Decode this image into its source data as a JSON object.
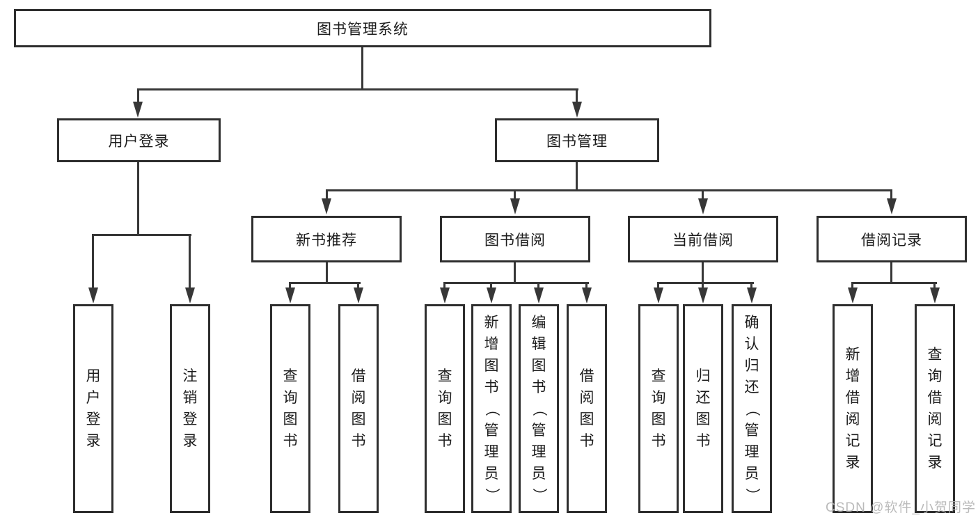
{
  "root": {
    "label": "图书管理系统"
  },
  "level2": [
    {
      "label": "用户登录"
    },
    {
      "label": "图书管理"
    }
  ],
  "level3": [
    {
      "label": "新书推荐"
    },
    {
      "label": "图书借阅"
    },
    {
      "label": "当前借阅"
    },
    {
      "label": "借阅记录"
    }
  ],
  "leaves": [
    {
      "label": "用户登录"
    },
    {
      "label": "注销登录"
    },
    {
      "label": "查询图书"
    },
    {
      "label": "借阅图书"
    },
    {
      "label": "查询图书"
    },
    {
      "label": "新增图书（管理员）"
    },
    {
      "label": "编辑图书（管理员）"
    },
    {
      "label": "借阅图书"
    },
    {
      "label": "查询图书"
    },
    {
      "label": "归还图书"
    },
    {
      "label": "确认归还（管理员）"
    },
    {
      "label": "新增借阅记录"
    },
    {
      "label": "查询借阅记录"
    }
  ],
  "watermark": {
    "text": "CSDN @软件_小贺同学"
  },
  "colors": {
    "line": "#373737",
    "box_border": "#2e2e2e",
    "text": "#1c1c1c",
    "watermark": "#b3b3b3",
    "background": "#ffffff"
  }
}
